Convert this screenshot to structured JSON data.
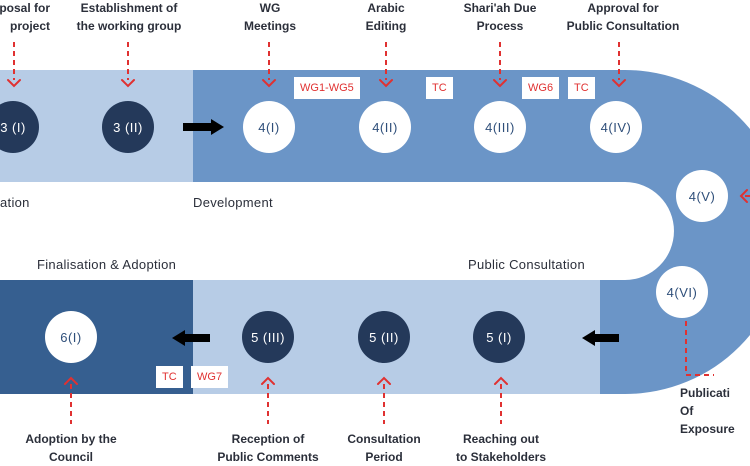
{
  "top_labels": {
    "proposal": "posal for\nproject",
    "working_group": "Establishment of\nthe working group",
    "wg_meetings": "WG\nMeetings",
    "arabic_editing": "Arabic\nEditing",
    "shariah": "Shari'ah Due\nProcess",
    "approval": "Approval for\nPublic Consultation"
  },
  "phases": {
    "left_cut": "ation",
    "development": "Development",
    "finalisation": "Finalisation & Adoption",
    "public_consultation": "Public Consultation"
  },
  "circles": {
    "c3_1": "3 (I)",
    "c3_2": "3 (II)",
    "c4_1": "4(I)",
    "c4_2": "4(II)",
    "c4_3": "4(III)",
    "c4_4": "4(IV)",
    "c4_5": "4(V)",
    "c4_6": "4(VI)",
    "c5_1": "5 (I)",
    "c5_2": "5 (II)",
    "c5_3": "5 (III)",
    "c6_1": "6(I)"
  },
  "tags": {
    "wg1_wg5": "WG1-WG5",
    "tc_1": "TC",
    "wg6": "WG6",
    "tc_2": "TC",
    "tc_3": "TC",
    "wg7": "WG7"
  },
  "bottom_labels": {
    "adoption": "Adoption by the\nCouncil",
    "reception": "Reception of\nPublic Comments",
    "consultation_period": "Consultation\nPeriod",
    "reaching_out": "Reaching out\nto Stakeholders",
    "publication": "Publicati\nOf Exposure"
  },
  "colors": {
    "light_blue": "#b7cce6",
    "mid_blue": "#6b95c7",
    "dark_blue": "#365f90",
    "circle_dark": "#24395a",
    "arrow_red": "#e03131"
  }
}
